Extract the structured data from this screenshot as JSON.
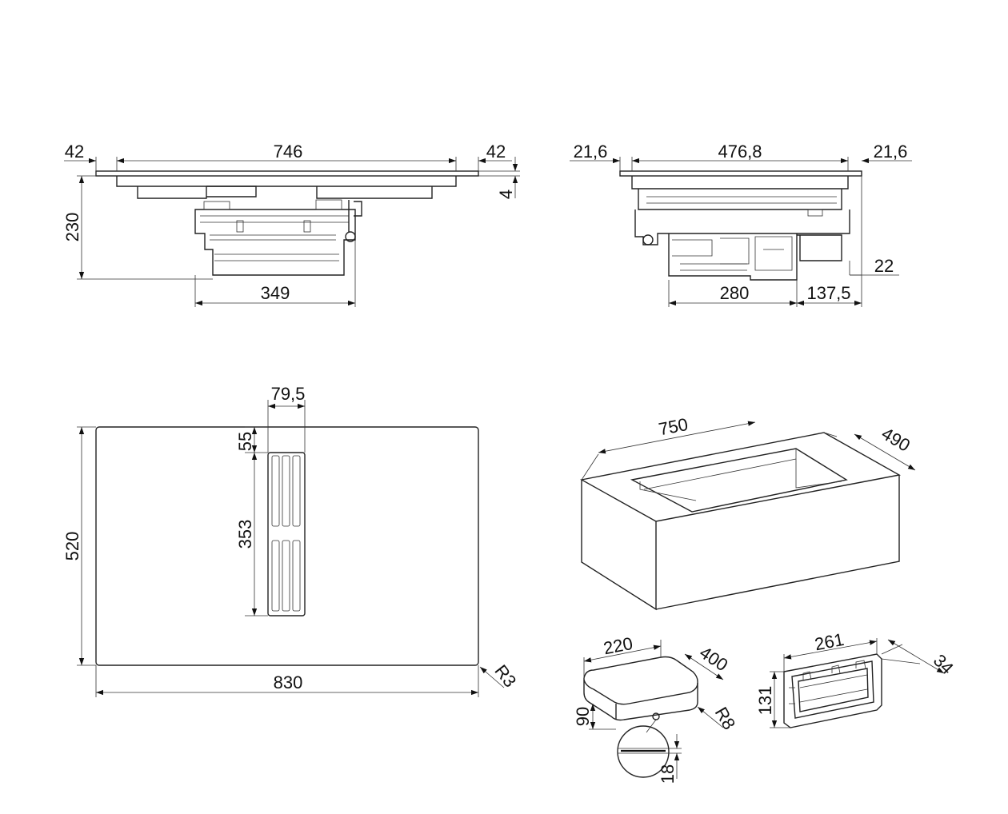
{
  "dimensions": {
    "front_side_left": "42",
    "front_width": "746",
    "front_side_right": "42",
    "front_glass_thickness": "4",
    "front_height": "230",
    "front_body_width": "349",
    "side_left": "21,6",
    "side_width": "476,8",
    "side_right": "21,6",
    "side_gap": "22",
    "side_motor_width": "280",
    "side_offset": "137,5",
    "top_vent_width": "79,5",
    "top_vent_offset": "55",
    "top_vent_length": "353",
    "top_depth": "520",
    "top_width": "830",
    "top_corner_radius": "R3",
    "cutout_width": "750",
    "cutout_depth": "490",
    "filter_width": "220",
    "filter_depth": "400",
    "filter_height": "90",
    "filter_radius": "R8",
    "filter_detail": "18",
    "duct_width": "261",
    "duct_height": "131",
    "duct_depth": "34"
  }
}
